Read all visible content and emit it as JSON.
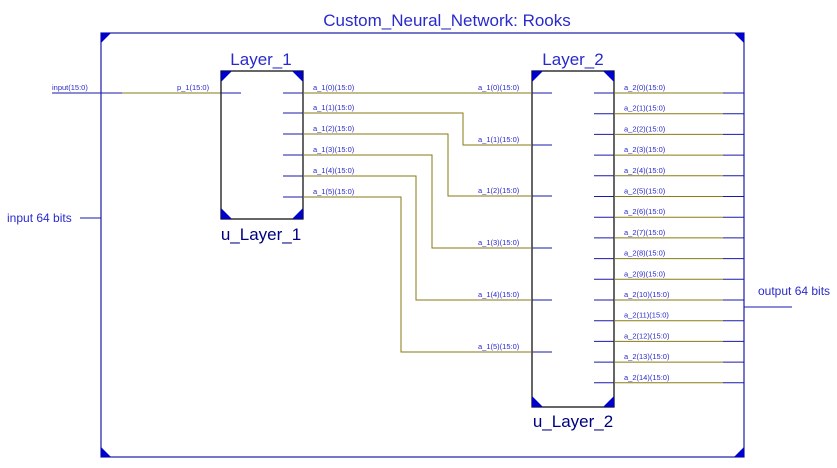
{
  "title": "Custom_Neural_Network: Rooks",
  "colors": {
    "frame": "#1a1aa8",
    "wire": "#8a7a10",
    "text": "#2a2acc",
    "corner": "#0000cc"
  },
  "top_ports": {
    "input": "input 64 bits",
    "output": "output 64 bits"
  },
  "input_net": "input(15:0)",
  "layer1": {
    "name": "Layer_1",
    "instance": "u_Layer_1",
    "input_pin": "p_1(15:0)",
    "output_pins": [
      "a_1(0)(15:0)",
      "a_1(1)(15:0)",
      "a_1(2)(15:0)",
      "a_1(3)(15:0)",
      "a_1(4)(15:0)",
      "a_1(5)(15:0)"
    ]
  },
  "layer2": {
    "name": "Layer_2",
    "instance": "u_Layer_2",
    "input_pins": [
      "a_1(0)(15:0)",
      "a_1(1)(15:0)",
      "a_1(2)(15:0)",
      "a_1(3)(15:0)",
      "a_1(4)(15:0)",
      "a_1(5)(15:0)"
    ],
    "output_pins": [
      "a_2(0)(15:0)",
      "a_2(1)(15:0)",
      "a_2(2)(15:0)",
      "a_2(3)(15:0)",
      "a_2(4)(15:0)",
      "a_2(5)(15:0)",
      "a_2(6)(15:0)",
      "a_2(7)(15:0)",
      "a_2(8)(15:0)",
      "a_2(9)(15:0)",
      "a_2(10)(15:0)",
      "a_2(11)(15:0)",
      "a_2(12)(15:0)",
      "a_2(13)(15:0)",
      "a_2(14)(15:0)"
    ]
  }
}
